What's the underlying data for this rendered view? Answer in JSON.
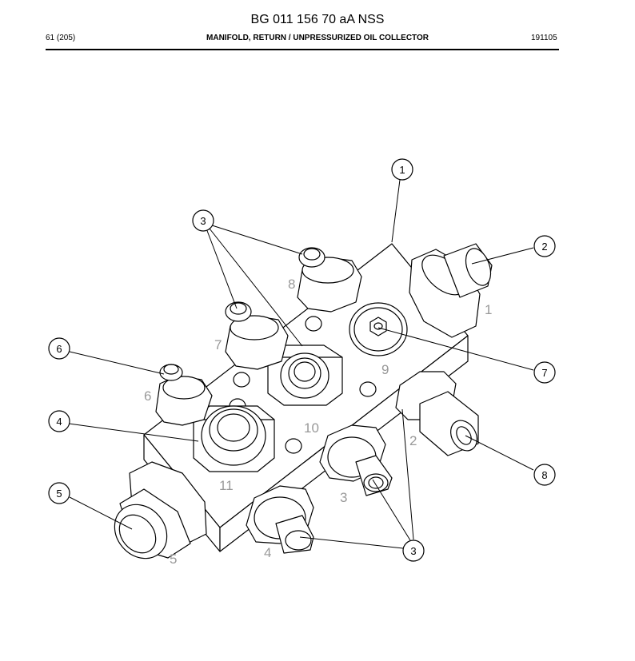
{
  "header": {
    "doc_title": "BG 011 156 70 aA NSS",
    "page": "61 (205)",
    "caption": "MANIFOLD, RETURN / UNPRESSURIZED OIL COLLECTOR",
    "date": "191105"
  },
  "callouts": [
    "1",
    "2",
    "3",
    "4",
    "5",
    "6",
    "7",
    "8",
    "3"
  ],
  "ports": [
    "1",
    "2",
    "3",
    "4",
    "5",
    "6",
    "7",
    "8",
    "9",
    "10",
    "11"
  ]
}
